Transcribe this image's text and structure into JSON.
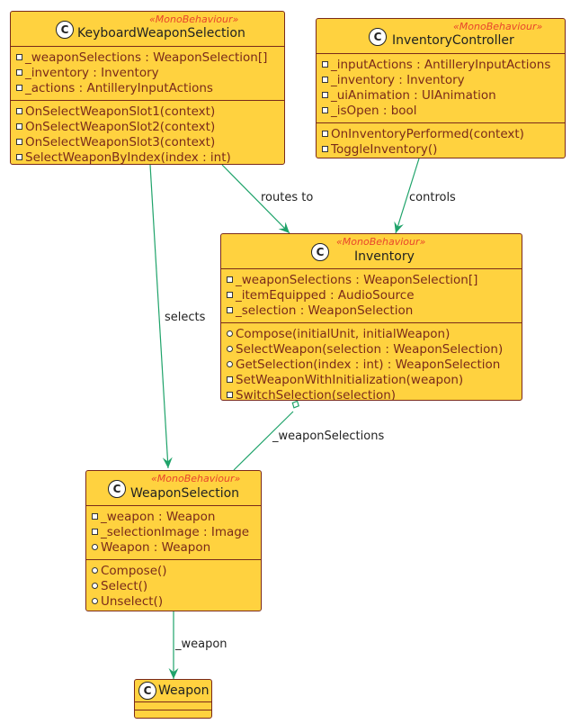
{
  "colors": {
    "class_fill": "#FFD23F",
    "class_border": "#7A2A1A",
    "stereotype": "#E8452C",
    "edge": "#1FA36A"
  },
  "classes": {
    "keyboard": {
      "stereotype": "«MonoBehaviour»",
      "name": "KeyboardWeaponSelection",
      "fields": [
        {
          "vis": "private",
          "text": "_weaponSelections : WeaponSelection[]"
        },
        {
          "vis": "private",
          "text": "_inventory : Inventory"
        },
        {
          "vis": "private",
          "text": "_actions : AntilleryInputActions"
        }
      ],
      "methods": [
        {
          "vis": "private",
          "text": "OnSelectWeaponSlot1(context)"
        },
        {
          "vis": "private",
          "text": "OnSelectWeaponSlot2(context)"
        },
        {
          "vis": "private",
          "text": "OnSelectWeaponSlot3(context)"
        },
        {
          "vis": "private",
          "text": "SelectWeaponByIndex(index : int)"
        }
      ]
    },
    "controller": {
      "stereotype": "«MonoBehaviour»",
      "name": "InventoryController",
      "fields": [
        {
          "vis": "private",
          "text": "_inputActions : AntilleryInputActions"
        },
        {
          "vis": "private",
          "text": "_inventory : Inventory"
        },
        {
          "vis": "private",
          "text": "_uiAnimation : UIAnimation"
        },
        {
          "vis": "private",
          "text": "_isOpen : bool"
        }
      ],
      "methods": [
        {
          "vis": "private",
          "text": "OnInventoryPerformed(context)"
        },
        {
          "vis": "private",
          "text": "ToggleInventory()"
        }
      ]
    },
    "inventory": {
      "stereotype": "«MonoBehaviour»",
      "name": "Inventory",
      "fields": [
        {
          "vis": "private",
          "text": "_weaponSelections : WeaponSelection[]"
        },
        {
          "vis": "private",
          "text": "_itemEquipped : AudioSource"
        },
        {
          "vis": "private",
          "text": "_selection : WeaponSelection"
        }
      ],
      "methods": [
        {
          "vis": "public",
          "text": "Compose(initialUnit, initialWeapon)"
        },
        {
          "vis": "public",
          "text": "SelectWeapon(selection : WeaponSelection)"
        },
        {
          "vis": "public",
          "text": "GetSelection(index : int) : WeaponSelection"
        },
        {
          "vis": "private",
          "text": "SetWeaponWithInitialization(weapon)"
        },
        {
          "vis": "private",
          "text": "SwitchSelection(selection)"
        }
      ]
    },
    "selection": {
      "stereotype": "«MonoBehaviour»",
      "name": "WeaponSelection",
      "fields": [
        {
          "vis": "private",
          "text": "_weapon : Weapon"
        },
        {
          "vis": "private",
          "text": "_selectionImage : Image"
        },
        {
          "vis": "public",
          "text": "Weapon : Weapon"
        }
      ],
      "methods": [
        {
          "vis": "public",
          "text": "Compose()"
        },
        {
          "vis": "public",
          "text": "Select()"
        },
        {
          "vis": "public",
          "text": "Unselect()"
        }
      ]
    },
    "weapon": {
      "stereotype": "",
      "name": "Weapon",
      "fields": [],
      "methods": []
    }
  },
  "class_icon_letter": "C",
  "edges": {
    "routes_to": "routes to",
    "controls": "controls",
    "selects": "selects",
    "weapon_selections": "_weaponSelections",
    "weapon": "_weapon"
  }
}
